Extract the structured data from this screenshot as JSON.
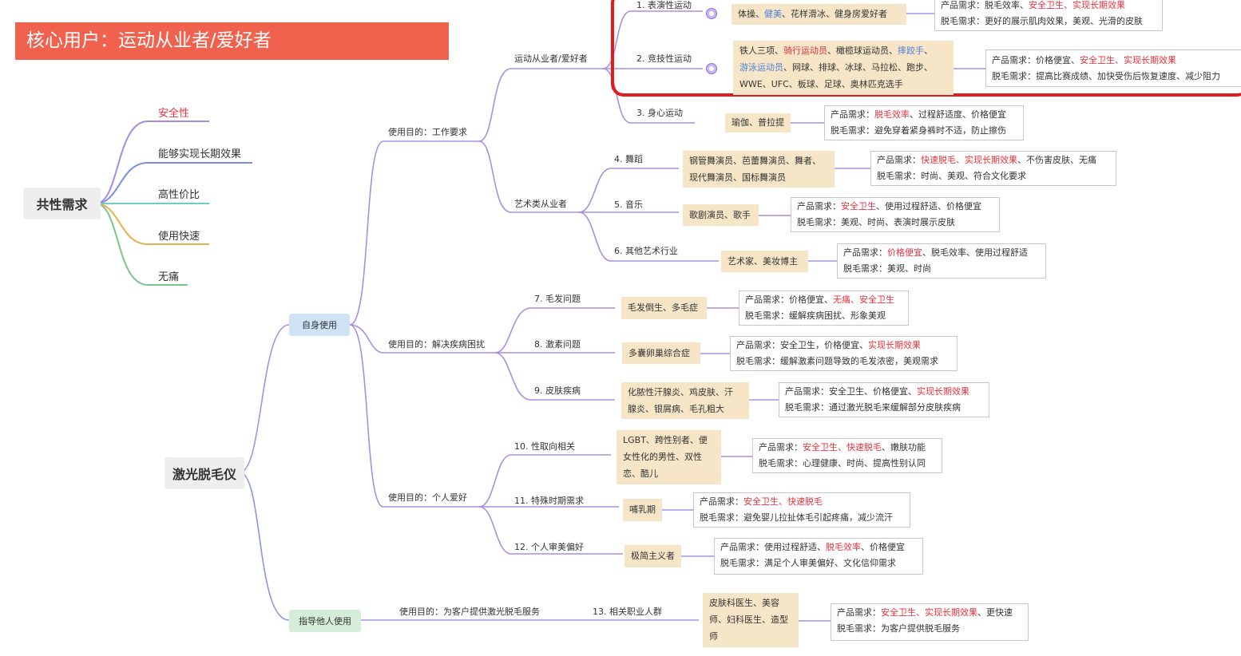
{
  "banner": "核心用户：运动从业者/爱好者",
  "common": {
    "root": "共性需求",
    "items": [
      "安全性",
      "能够实现长期效果",
      "高性价比",
      "使用快速",
      "无痛"
    ],
    "colors": [
      "#a78be0",
      "#7a8ee6",
      "#6fcac8",
      "#e8b24a",
      "#7cc48a"
    ]
  },
  "product": "激光脱毛仪",
  "self_use": "自身使用",
  "guide_use": "指导他人使用",
  "purposes": {
    "work": "使用目的：工作要求",
    "disease": "使用目的：解决疾病困扰",
    "hobby": "使用目的：个人爱好",
    "guide": "使用目的：为客户提供激光脱毛服务"
  },
  "groups": {
    "sports": "运动从业者/爱好者",
    "arts": "艺术类从业者"
  },
  "categories": [
    {
      "label": "1. 表演性运动",
      "who": [
        "体操、",
        {
          "hl": "健美"
        },
        "、花样滑冰、健身房爱好者"
      ],
      "product": [
        {
          "t": "产品需求：脱毛效率、"
        },
        {
          "r": "安全卫生、实现长期效果"
        }
      ],
      "hair": "脱毛需求：更好的展示肌肉效果，美观、光滑的皮肤"
    },
    {
      "label": "2. 竞技性运动",
      "who": [
        "铁人三项、",
        {
          "r": "骑行运动员"
        },
        "、橄榄球运动员、",
        {
          "hl": "摔跤手"
        },
        "、\n",
        {
          "hl": "游泳运动员"
        },
        "、网球、排球、冰球、马拉松、跑步、\nWWE、UFC、板球、足球、奥林匹克选手"
      ],
      "product": [
        {
          "t": "产品需求：价格便宜、"
        },
        {
          "r": "安全卫生、实现长期效果"
        }
      ],
      "hair": "脱毛需求：提高比赛成绩、加快受伤后恢复速度、减少阻力"
    },
    {
      "label": "3. 身心运动",
      "who": [
        "瑜伽、普拉提"
      ],
      "product": [
        {
          "t": "产品需求："
        },
        {
          "r": "脱毛效率"
        },
        {
          "t": "、过程舒适度、价格便宜"
        }
      ],
      "hair": "脱毛需求：避免穿着紧身裤时不适，防止擦伤"
    },
    {
      "label": "4. 舞蹈",
      "who": [
        "钢管舞演员、芭蕾舞演员、舞者、\n现代舞演员、国标舞演员"
      ],
      "product": [
        {
          "t": "产品需求："
        },
        {
          "r": "快速脱毛、实现长期效果"
        },
        {
          "t": "、不伤害皮肤、无痛"
        }
      ],
      "hair": "脱毛需求：时尚、美观、符合文化要求"
    },
    {
      "label": "5. 音乐",
      "who": [
        "歌剧演员、歌手"
      ],
      "product": [
        {
          "t": "产品需求："
        },
        {
          "r": "安全卫生"
        },
        {
          "t": "、使用过程舒适、价格便宜"
        }
      ],
      "hair": "脱毛需求：美观、时尚、表演时展示皮肤"
    },
    {
      "label": "6. 其他艺术行业",
      "who": [
        "艺术家、美妆博主"
      ],
      "product": [
        {
          "t": "产品需求："
        },
        {
          "r": "价格便宜"
        },
        {
          "t": "、脱毛效率、使用过程舒适"
        }
      ],
      "hair": "脱毛需求：美观、时尚"
    },
    {
      "label": "7. 毛发问题",
      "who": [
        "毛发倒生、多毛症"
      ],
      "product": [
        {
          "t": "产品需求：价格便宜、"
        },
        {
          "r": "无痛、安全卫生"
        }
      ],
      "hair": "脱毛需求：缓解疾病困扰、形象美观"
    },
    {
      "label": "8. 激素问题",
      "who": [
        "多囊卵巢综合症"
      ],
      "product": [
        {
          "t": "产品需求：安全卫生，价格便宜、"
        },
        {
          "r": "实现长期效果"
        }
      ],
      "hair": "脱毛需求：缓解激素问题导致的毛发浓密，美观需求"
    },
    {
      "label": "9. 皮肤疾病",
      "who": [
        "化脓性汗腺炎、鸡皮肤、汗\n腺炎、银屑病、毛孔粗大"
      ],
      "product": [
        {
          "t": "产品需求：安全卫生、价格便宜、"
        },
        {
          "r": "实现长期效果"
        }
      ],
      "hair": "脱毛需求：通过激光脱毛来缓解部分皮肤疾病"
    },
    {
      "label": "10. 性取向相关",
      "who": [
        "LGBT、跨性别者、便\n女性化的男性、双性\n恋、酷儿"
      ],
      "product": [
        {
          "t": "产品需求："
        },
        {
          "r": "安全卫生、快速脱毛"
        },
        {
          "t": "、嫩肤功能"
        }
      ],
      "hair": "脱毛需求：心理健康、时尚、提高性别认同"
    },
    {
      "label": "11. 特殊时期需求",
      "who": [
        "哺乳期"
      ],
      "product": [
        {
          "t": "产品需求："
        },
        {
          "r": "安全卫生、快速脱毛"
        }
      ],
      "hair": "脱毛需求：避免婴儿拉扯体毛引起疼痛，减少流汗"
    },
    {
      "label": "12. 个人审美偏好",
      "who": [
        "极简主义者"
      ],
      "product": [
        {
          "t": "产品需求：使用过程舒适、"
        },
        {
          "r": "脱毛效率"
        },
        {
          "t": "、价格便宜"
        }
      ],
      "hair": "脱毛需求：满足个人审美偏好、文化信仰需求"
    },
    {
      "label": "13. 相关职业人群",
      "who": [
        "皮肤科医生、美容\n师、妇科医生、造型\n师"
      ],
      "product": [
        {
          "t": "产品需求："
        },
        {
          "r": "安全卫生、实现长期效果"
        },
        {
          "t": "、更快速"
        }
      ],
      "hair": "脱毛需求：为客户提供脱毛服务"
    }
  ],
  "line_color": "#a98fe0",
  "highlight_color": "#e21b1b"
}
